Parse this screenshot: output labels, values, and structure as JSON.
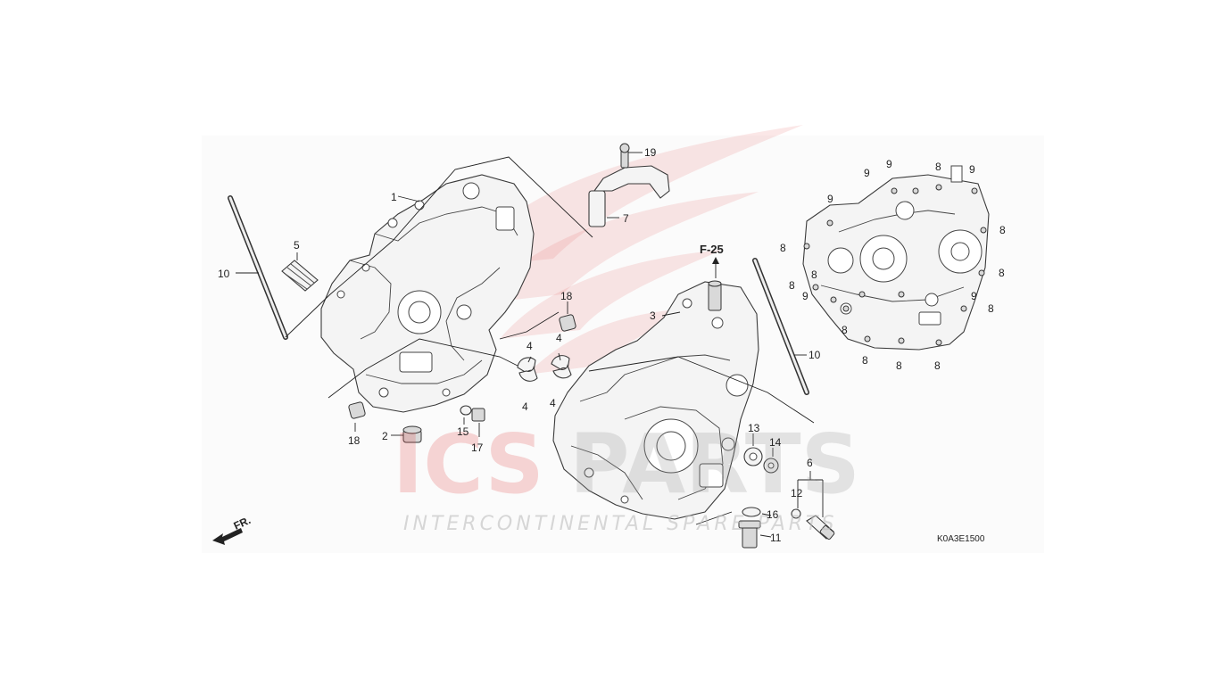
{
  "watermark": {
    "brand_left": "ICS",
    "brand_right": "PARTS",
    "tagline": "INTERCONTINENTAL SPARE PARTS",
    "accent_color": "#e14a4a"
  },
  "diagram": {
    "code": "K0A3E1500",
    "reference": "F-25",
    "front_indicator": "FR.",
    "part_labels": {
      "p1": "1",
      "p2": "2",
      "p3": "3",
      "p4a": "4",
      "p4b": "4",
      "p4c": "4",
      "p4d": "4",
      "p5": "5",
      "p6": "6",
      "p7": "7",
      "p8a": "8",
      "p8b": "8",
      "p8c": "8",
      "p8d": "8",
      "p8e": "8",
      "p8f": "8",
      "p8g": "8",
      "p8h": "8",
      "p8i": "8",
      "p8j": "8",
      "p8k": "8",
      "p9a": "9",
      "p9b": "9",
      "p9c": "9",
      "p9d": "9",
      "p9e": "9",
      "p9f": "9",
      "p10a": "10",
      "p10b": "10",
      "p11": "11",
      "p12": "12",
      "p13": "13",
      "p14": "14",
      "p15": "15",
      "p16": "16",
      "p17": "17",
      "p18a": "18",
      "p18b": "18",
      "p19": "19"
    }
  }
}
